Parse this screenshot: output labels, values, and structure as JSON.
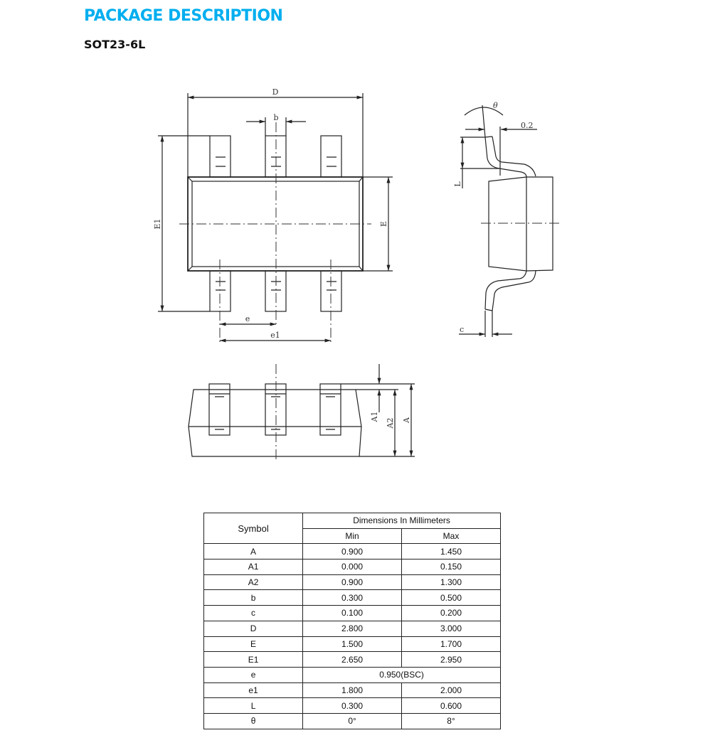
{
  "header": {
    "title": "PACKAGE DESCRIPTION",
    "package": "SOT23-6L"
  },
  "drawing_labels": {
    "D": "D",
    "b": "b",
    "E1": "E1",
    "E": "E",
    "e": "e",
    "e1": "e1",
    "theta": "θ",
    "lead_offset": "0.2",
    "L": "L",
    "c": "c",
    "A1": "A1",
    "A2": "A2",
    "A": "A"
  },
  "table": {
    "symbol_header": "Symbol",
    "group_header": "Dimensions In Millimeters",
    "min_header": "Min",
    "max_header": "Max",
    "rows": [
      {
        "symbol": "A",
        "min": "0.900",
        "max": "1.450"
      },
      {
        "symbol": "A1",
        "min": "0.000",
        "max": "0.150"
      },
      {
        "symbol": "A2",
        "min": "0.900",
        "max": "1.300"
      },
      {
        "symbol": "b",
        "min": "0.300",
        "max": "0.500"
      },
      {
        "symbol": "c",
        "min": "0.100",
        "max": "0.200"
      },
      {
        "symbol": "D",
        "min": "2.800",
        "max": "3.000"
      },
      {
        "symbol": "E",
        "min": "1.500",
        "max": "1.700"
      },
      {
        "symbol": "E1",
        "min": "2.650",
        "max": "2.950"
      },
      {
        "symbol": "e",
        "span": "0.950(BSC)"
      },
      {
        "symbol": "e1",
        "min": "1.800",
        "max": "2.000"
      },
      {
        "symbol": "L",
        "min": "0.300",
        "max": "0.600"
      },
      {
        "symbol": "θ",
        "min": "0°",
        "max": "8°"
      }
    ]
  }
}
